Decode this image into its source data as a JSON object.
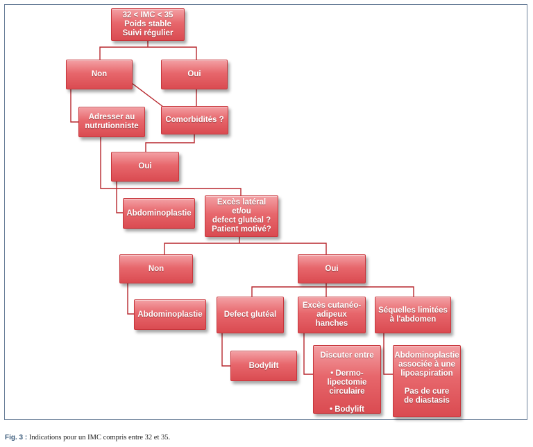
{
  "diagram": {
    "nodes": {
      "root": "32 < IMC < 35\nPoids stable\nSuivi régulier",
      "non1": "Non",
      "oui1": "Oui",
      "nutri": "Adresser au\nnutrutionniste",
      "comorb": "Comorbidités ?",
      "oui2": "Oui",
      "abdo1": "Abdominoplastie",
      "exces": "Excès latéral et/ou\ndefect glutéal ?\nPatient motivé?",
      "non2": "Non",
      "oui3": "Oui",
      "abdo2": "Abdominoplastie",
      "defect": "Defect glutéal",
      "cutaneo": "Excès cutanéo-\nadipeux hanches",
      "sequelles": "Séquelles limitées\nà l'abdomen",
      "bodylift": "Bodylift",
      "discuter": "Discuter entre\n\n• Dermo-\nlipectomie\ncirculaire\n\n• Bodylift",
      "abdo_lipo": "Abdominoplastie\nassociée à une\nlipoaspiration\n\nPas de cure\nde diastasis"
    }
  },
  "caption": {
    "label": "Fig. 3 :",
    "text": "Indications pour un IMC compris entre 32 et 35."
  },
  "colors": {
    "node_fill": "#e05a5f",
    "node_border": "#c7353b",
    "connector": "#b7272d",
    "frame_border": "#6a7f99"
  }
}
